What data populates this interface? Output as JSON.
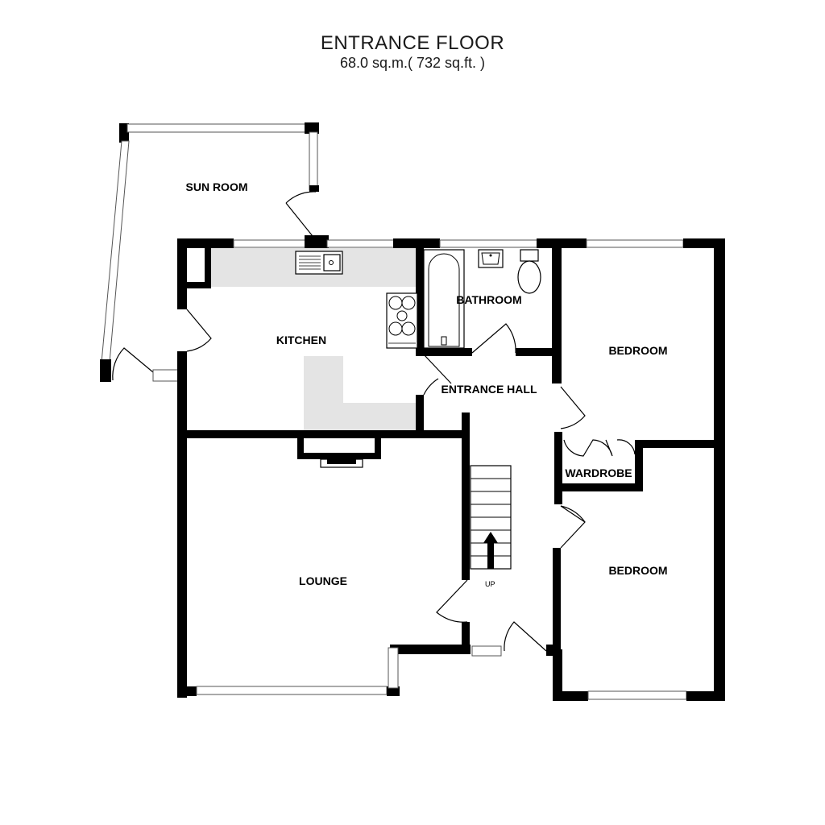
{
  "header": {
    "title": "ENTRANCE FLOOR",
    "area": "68.0 sq.m.( 732 sq.ft. )"
  },
  "rooms": {
    "sun_room": "SUN ROOM",
    "kitchen": "KITCHEN",
    "bathroom": "BATHROOM",
    "bedroom_1": "BEDROOM",
    "entrance_hall": "ENTRANCE HALL",
    "wardrobe": "WARDROBE",
    "lounge": "LOUNGE",
    "bedroom_2": "BEDROOM"
  },
  "stairs": {
    "label": "UP"
  }
}
